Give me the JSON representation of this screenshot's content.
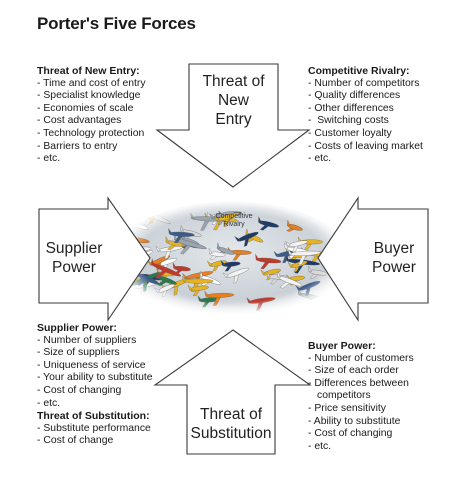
{
  "title": "Porter's Five Forces",
  "center_label": [
    "Competitive",
    "Rivalry"
  ],
  "arrows": {
    "new_entry": [
      "Threat of",
      "New",
      "Entry"
    ],
    "supplier": [
      "Supplier",
      "Power"
    ],
    "buyer": [
      "Buyer",
      "Power"
    ],
    "substitution": [
      "Threat of",
      "Substitution"
    ]
  },
  "threat_new_entry": {
    "heading": "Threat of New Entry:",
    "items": [
      "Time and cost of entry",
      "Specialist knowledge",
      "Economies of scale",
      "Cost advantages",
      "Technology protection",
      "Barriers to entry",
      "etc."
    ]
  },
  "competitive_rivalry": {
    "heading": "Competitive Rivalry:",
    "items": [
      "Number of competitors",
      "Quality differences",
      "Other differences",
      " Switching costs",
      "Customer loyalty",
      "Costs of leaving market",
      "etc."
    ]
  },
  "supplier_power": {
    "heading": "Supplier Power:",
    "items": [
      "Number of suppliers",
      "Size of suppliers",
      "Uniqueness of service",
      "Your ability to substitute",
      "Cost of changing",
      "etc."
    ]
  },
  "threat_substitution": {
    "heading": "Threat of Substitution:",
    "items": [
      "Substitute performance",
      "Cost of change"
    ]
  },
  "buyer_power": {
    "heading": "Buyer Power:",
    "items": [
      "Number of customers",
      "Size of each order",
      "Differences between",
      "competitors",
      "Price sensitivity",
      "Ability to substitute",
      "Cost of changing",
      "etc."
    ]
  }
}
